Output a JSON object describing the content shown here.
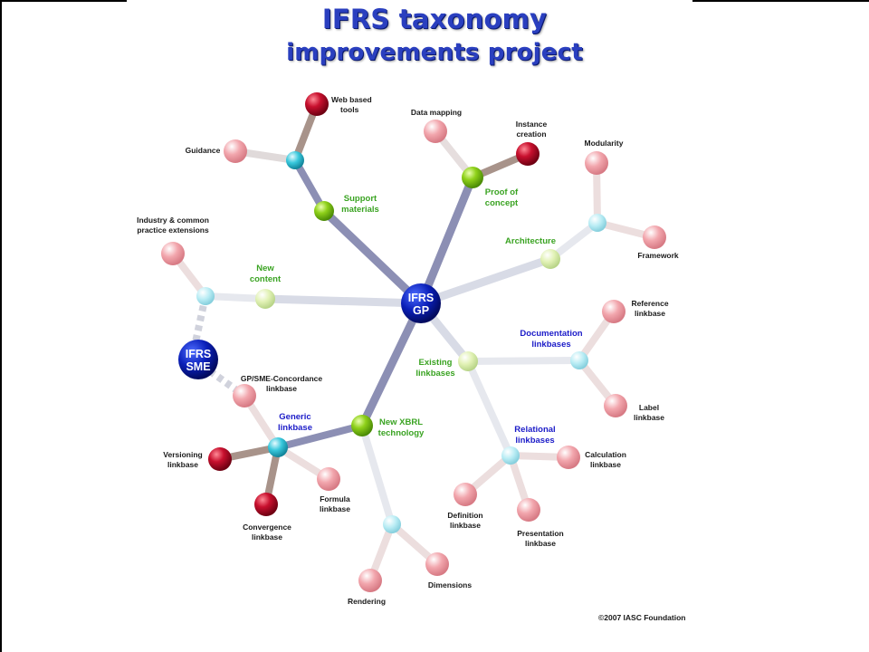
{
  "title": {
    "line1": "IFRS taxonomy",
    "line2": "improvements project"
  },
  "hub": {
    "line1": "IFRS",
    "line2": "GP"
  },
  "sme": {
    "line1": "IFRS",
    "line2": "SME"
  },
  "branches": {
    "support_materials": {
      "line1": "Support",
      "line2": "materials"
    },
    "proof_of_concept": {
      "line1": "Proof of",
      "line2": "concept"
    },
    "architecture": {
      "line1": "Architecture"
    },
    "new_content": {
      "line1": "New",
      "line2": "content"
    },
    "existing_linkbases": {
      "line1": "Existing",
      "line2": "linkbases"
    },
    "new_xbrl_technology": {
      "line1": "New XBRL",
      "line2": "technology"
    },
    "documentation_linkbases": {
      "line1": "Documentation",
      "line2": "linkbases"
    },
    "relational_linkbases": {
      "line1": "Relational",
      "line2": "linkbases"
    },
    "generic_linkbase": {
      "line1": "Generic",
      "line2": "linkbase"
    }
  },
  "leaves": {
    "web_based_tools": {
      "line1": "Web based",
      "line2": "tools"
    },
    "guidance": {
      "line1": "Guidance"
    },
    "data_mapping": {
      "line1": "Data mapping"
    },
    "instance_creation": {
      "line1": "Instance",
      "line2": "creation"
    },
    "modularity": {
      "line1": "Modularity"
    },
    "framework": {
      "line1": "Framework"
    },
    "industry_extensions": {
      "line1": "Industry & common",
      "line2": "practice extensions"
    },
    "reference_linkbase": {
      "line1": "Reference",
      "line2": "linkbase"
    },
    "label_linkbase": {
      "line1": "Label",
      "line2": "linkbase"
    },
    "calculation_linkbase": {
      "line1": "Calculation",
      "line2": "linkbase"
    },
    "definition_linkbase": {
      "line1": "Definition",
      "line2": "linkbase"
    },
    "presentation_linkbase": {
      "line1": "Presentation",
      "line2": "linkbase"
    },
    "concordance_linkbase": {
      "line1": "GP/SME-Concordance",
      "line2": "linkbase"
    },
    "versioning_linkbase": {
      "line1": "Versioning",
      "line2": "linkbase"
    },
    "formula_linkbase": {
      "line1": "Formula",
      "line2": "linkbase"
    },
    "convergence_linkbase": {
      "line1": "Convergence",
      "line2": "linkbase"
    },
    "rendering": {
      "line1": "Rendering"
    },
    "dimensions": {
      "line1": "Dimensions"
    }
  },
  "copyright": "©2007 IASC Foundation",
  "colors": {
    "title": "#2a3fbf",
    "hub": "#0a1fb8",
    "green_node": "#8fd11a",
    "cyan_node": "#38c8dc",
    "red_node": "#c8102e",
    "pink_node": "#f2a6ad",
    "green_label": "#3aa322",
    "blue_label": "#1b1bc8"
  }
}
